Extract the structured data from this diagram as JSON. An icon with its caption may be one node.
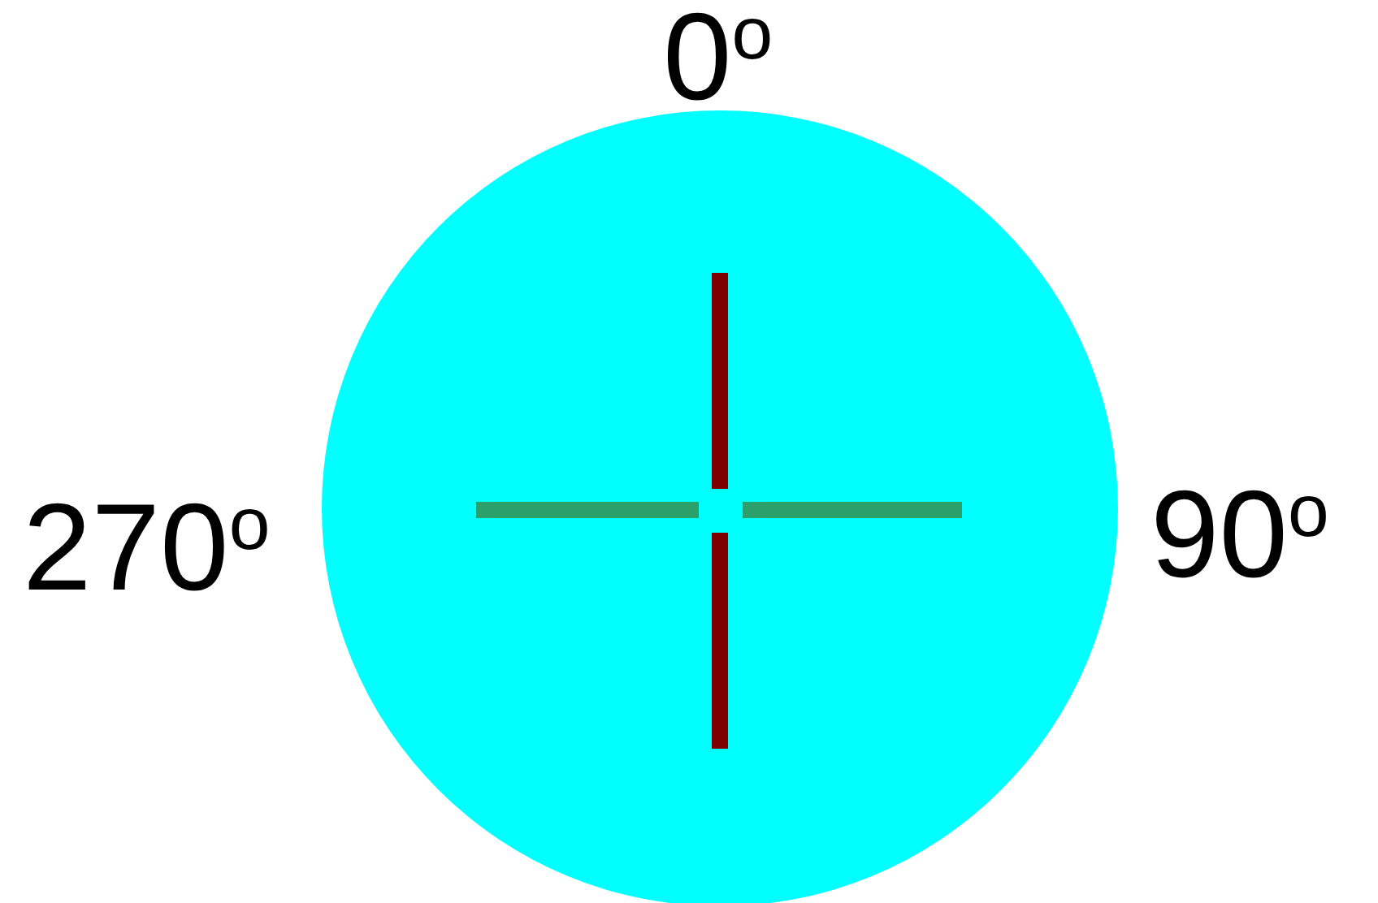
{
  "diagram": {
    "labels": [
      "0$^{o}$",
      "270$^{o}$",
      "90$^{o}$"
    ]
  }
}
